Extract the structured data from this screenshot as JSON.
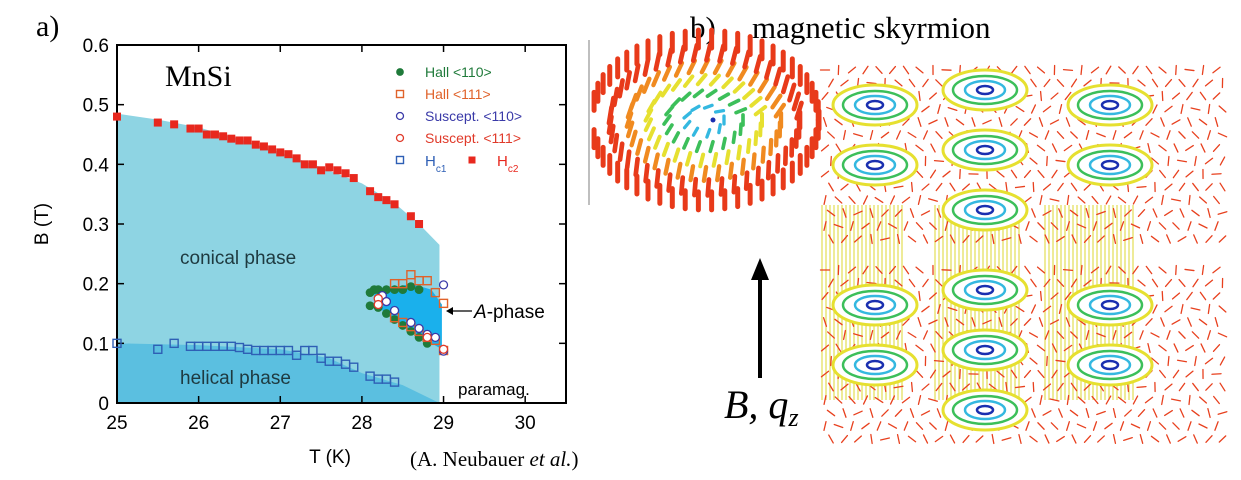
{
  "panel_a_label": "a)",
  "panel_b_label": "b)",
  "panel_b_title": "magnetic skyrmion",
  "field_label": "B, q",
  "field_label_sub": "z",
  "citation_prefix": "(A. Neubauer ",
  "citation_italic": "et al.",
  "citation_suffix": ")",
  "colors": {
    "conical": "#8ed4e3",
    "helical": "#5bbfe0",
    "aphase": "#1ab0ec",
    "hc2": "#e8281e",
    "hc1": "#2e5fb5",
    "hall110": "#1f7a3a",
    "hall111": "#e0622a",
    "sus110": "#3a3aa8",
    "sus111": "#e03a2a"
  },
  "chart_data": {
    "type": "scatter",
    "title": "MnSi",
    "xlabel": "T (K)",
    "ylabel": "B (T)",
    "xlim": [
      25,
      30.5
    ],
    "ylim": [
      0,
      0.6
    ],
    "xticks": [
      "25",
      "26",
      "27",
      "28",
      "29",
      "30"
    ],
    "yticks": [
      "0",
      "0.1",
      "0.2",
      "0.3",
      "0.4",
      "0.5",
      "0.6"
    ],
    "legend_placement": "top-right",
    "legend": [
      {
        "label": "Hall <110>",
        "marker": "filled-circle",
        "color": "#1f7a3a"
      },
      {
        "label": "Hall <111>",
        "marker": "open-square",
        "color": "#e0622a"
      },
      {
        "label": "Suscept. <110>",
        "marker": "open-circle",
        "color": "#3a3aa8"
      },
      {
        "label": "Suscept. <111>",
        "marker": "open-circle",
        "color": "#e03a2a"
      },
      {
        "label": "H",
        "sub": "c1",
        "marker": "open-square",
        "color": "#2e5fb5"
      },
      {
        "label": "H",
        "sub": "c2",
        "marker": "filled-square",
        "color": "#e8281e"
      }
    ],
    "annotations": {
      "conical": "conical phase",
      "helical": "helical phase",
      "paramag": "paramag.",
      "aphase_italic": "A",
      "aphase_rest": "-phase"
    },
    "regions": {
      "conical": [
        [
          25,
          0
        ],
        [
          25,
          0.485
        ],
        [
          25.5,
          0.475
        ],
        [
          26,
          0.462
        ],
        [
          26.5,
          0.442
        ],
        [
          27,
          0.42
        ],
        [
          27.5,
          0.395
        ],
        [
          28,
          0.368
        ],
        [
          28.4,
          0.335
        ],
        [
          28.7,
          0.3
        ],
        [
          28.95,
          0.265
        ],
        [
          28.95,
          0
        ]
      ],
      "helical": [
        [
          25,
          0
        ],
        [
          25,
          0.1
        ],
        [
          26,
          0.097
        ],
        [
          27,
          0.09
        ],
        [
          27.6,
          0.075
        ],
        [
          28,
          0.05
        ],
        [
          28.5,
          0.03
        ],
        [
          28.95,
          0
        ]
      ],
      "aphase": [
        [
          28.15,
          0.185
        ],
        [
          28.6,
          0.2
        ],
        [
          28.85,
          0.19
        ],
        [
          28.98,
          0.165
        ],
        [
          28.98,
          0.09
        ],
        [
          28.6,
          0.12
        ],
        [
          28.3,
          0.15
        ],
        [
          28.15,
          0.165
        ]
      ]
    },
    "series": [
      {
        "name": "Hc2",
        "marker": "filled-square",
        "color": "#e8281e",
        "points": [
          [
            25,
            0.48
          ],
          [
            25.5,
            0.47
          ],
          [
            25.7,
            0.467
          ],
          [
            25.9,
            0.46
          ],
          [
            26.0,
            0.46
          ],
          [
            26.1,
            0.45
          ],
          [
            26.2,
            0.45
          ],
          [
            26.3,
            0.447
          ],
          [
            26.4,
            0.443
          ],
          [
            26.5,
            0.44
          ],
          [
            26.6,
            0.44
          ],
          [
            26.7,
            0.433
          ],
          [
            26.8,
            0.43
          ],
          [
            26.9,
            0.425
          ],
          [
            27.0,
            0.42
          ],
          [
            27.1,
            0.417
          ],
          [
            27.2,
            0.41
          ],
          [
            27.3,
            0.4
          ],
          [
            27.4,
            0.4
          ],
          [
            27.5,
            0.39
          ],
          [
            27.6,
            0.395
          ],
          [
            27.7,
            0.39
          ],
          [
            27.8,
            0.385
          ],
          [
            27.9,
            0.377
          ],
          [
            28.1,
            0.355
          ],
          [
            28.2,
            0.345
          ],
          [
            28.3,
            0.34
          ],
          [
            28.4,
            0.333
          ],
          [
            28.6,
            0.313
          ],
          [
            28.7,
            0.3
          ]
        ]
      },
      {
        "name": "Hc1",
        "marker": "open-square",
        "color": "#2e5fb5",
        "points": [
          [
            25,
            0.1
          ],
          [
            25.5,
            0.09
          ],
          [
            25.7,
            0.1
          ],
          [
            25.9,
            0.095
          ],
          [
            26.0,
            0.095
          ],
          [
            26.1,
            0.095
          ],
          [
            26.2,
            0.095
          ],
          [
            26.3,
            0.095
          ],
          [
            26.4,
            0.095
          ],
          [
            26.5,
            0.093
          ],
          [
            26.6,
            0.09
          ],
          [
            26.7,
            0.088
          ],
          [
            26.8,
            0.088
          ],
          [
            26.9,
            0.088
          ],
          [
            27.0,
            0.088
          ],
          [
            27.1,
            0.088
          ],
          [
            27.2,
            0.08
          ],
          [
            27.3,
            0.088
          ],
          [
            27.4,
            0.088
          ],
          [
            27.5,
            0.075
          ],
          [
            27.6,
            0.07
          ],
          [
            27.7,
            0.07
          ],
          [
            27.8,
            0.065
          ],
          [
            27.9,
            0.06
          ],
          [
            28.1,
            0.045
          ],
          [
            28.2,
            0.04
          ],
          [
            28.3,
            0.04
          ],
          [
            28.4,
            0.035
          ]
        ]
      },
      {
        "name": "Hall <110>",
        "marker": "filled-circle",
        "color": "#1f7a3a",
        "points": [
          [
            28.1,
            0.185
          ],
          [
            28.15,
            0.19
          ],
          [
            28.2,
            0.19
          ],
          [
            28.3,
            0.19
          ],
          [
            28.4,
            0.19
          ],
          [
            28.5,
            0.19
          ],
          [
            28.6,
            0.195
          ],
          [
            28.7,
            0.19
          ],
          [
            28.1,
            0.163
          ],
          [
            28.2,
            0.16
          ],
          [
            28.3,
            0.15
          ],
          [
            28.4,
            0.14
          ],
          [
            28.5,
            0.13
          ],
          [
            28.6,
            0.12
          ],
          [
            28.7,
            0.11
          ],
          [
            28.8,
            0.1
          ]
        ]
      },
      {
        "name": "Hall <111>",
        "marker": "open-square",
        "color": "#e0622a",
        "points": [
          [
            28.4,
            0.2
          ],
          [
            28.5,
            0.2
          ],
          [
            28.6,
            0.215
          ],
          [
            28.7,
            0.205
          ],
          [
            28.8,
            0.205
          ],
          [
            28.9,
            0.185
          ],
          [
            29.0,
            0.167
          ],
          [
            28.4,
            0.143
          ],
          [
            28.5,
            0.135
          ],
          [
            28.6,
            0.128
          ],
          [
            28.7,
            0.12
          ],
          [
            28.8,
            0.11
          ],
          [
            28.9,
            0.105
          ],
          [
            29.0,
            0.088
          ]
        ]
      },
      {
        "name": "Suscept. <110>",
        "marker": "open-circle",
        "color": "#3a3aa8",
        "points": [
          [
            28.25,
            0.18
          ],
          [
            28.3,
            0.17
          ],
          [
            28.4,
            0.155
          ],
          [
            28.6,
            0.135
          ],
          [
            28.7,
            0.125
          ],
          [
            28.8,
            0.115
          ],
          [
            28.9,
            0.11
          ],
          [
            29.0,
            0.198
          ],
          [
            29.0,
            0.087
          ]
        ]
      },
      {
        "name": "Suscept. <111>",
        "marker": "open-circle",
        "color": "#e03a2a",
        "points": [
          [
            28.2,
            0.175
          ],
          [
            28.2,
            0.165
          ],
          [
            28.8,
            0.11
          ],
          [
            29.0,
            0.09
          ]
        ]
      }
    ]
  }
}
